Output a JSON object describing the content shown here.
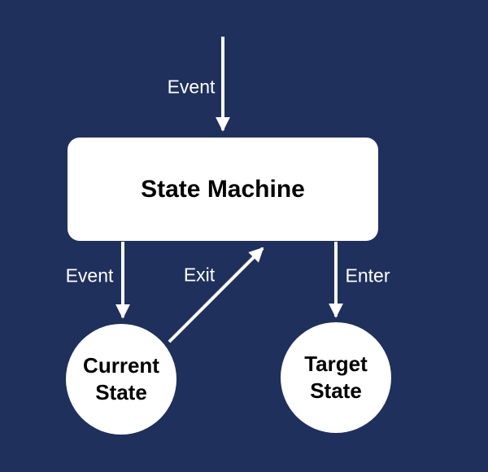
{
  "diagram": {
    "colors": {
      "background": "#20305C",
      "node_fill": "#FFFFFF",
      "node_text": "#000000",
      "arrow": "#FFFFFF",
      "label_text": "#FFFFFF"
    },
    "nodes": {
      "state_machine": {
        "label": "State Machine",
        "shape": "rounded-rect"
      },
      "current_state": {
        "line1": "Current",
        "line2": "State",
        "shape": "circle"
      },
      "target_state": {
        "line1": "Target",
        "line2": "State",
        "shape": "circle"
      }
    },
    "edges": {
      "incoming_event": {
        "label": "Event",
        "from": "external",
        "to": "state_machine"
      },
      "dispatch_event": {
        "label": "Event",
        "from": "state_machine",
        "to": "current_state"
      },
      "exit": {
        "label": "Exit",
        "from": "current_state",
        "to": "state_machine"
      },
      "enter": {
        "label": "Enter",
        "from": "state_machine",
        "to": "target_state"
      }
    }
  }
}
